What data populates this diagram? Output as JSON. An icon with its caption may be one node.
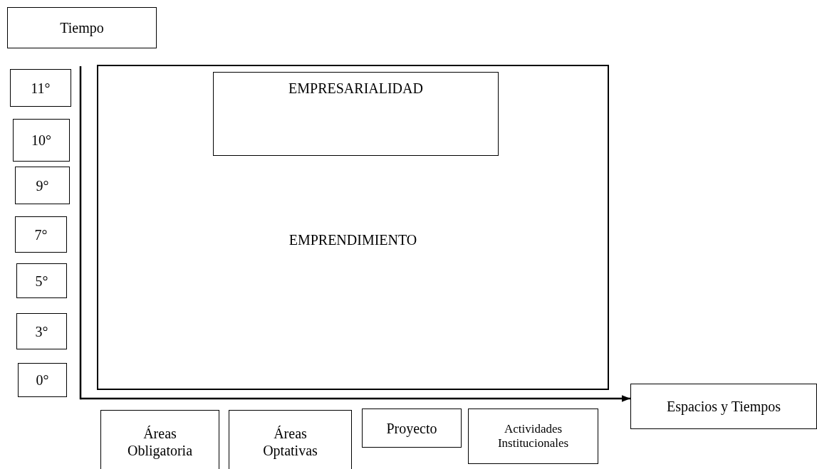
{
  "diagram": {
    "nodes": [
      {
        "text": [
          "Tiempo"
        ]
      },
      {
        "text": [
          "11°"
        ]
      },
      {
        "text": [
          "10°"
        ]
      },
      {
        "text": [
          "9°"
        ]
      },
      {
        "text": [
          "7°"
        ]
      },
      {
        "text": [
          "5°"
        ]
      },
      {
        "text": [
          "3°"
        ]
      },
      {
        "text": [
          "0°"
        ]
      },
      {
        "text": [
          "EMPRENDIMIENTO"
        ]
      },
      {
        "text": [
          "EMPRESARIALIDAD"
        ],
        "in": 8
      },
      {
        "text": [
          "Espacios y Tiempos"
        ]
      },
      {
        "text": [
          "Áreas Obligatoria"
        ]
      },
      {
        "text": [
          "Áreas Optativas"
        ]
      },
      {
        "text": [
          "Proyecto"
        ]
      },
      {
        "text": [
          "Actividades Institucionales"
        ]
      }
    ],
    "edges": [
      {
        "from": null,
        "to": 10,
        "arrow": "to"
      }
    ]
  }
}
